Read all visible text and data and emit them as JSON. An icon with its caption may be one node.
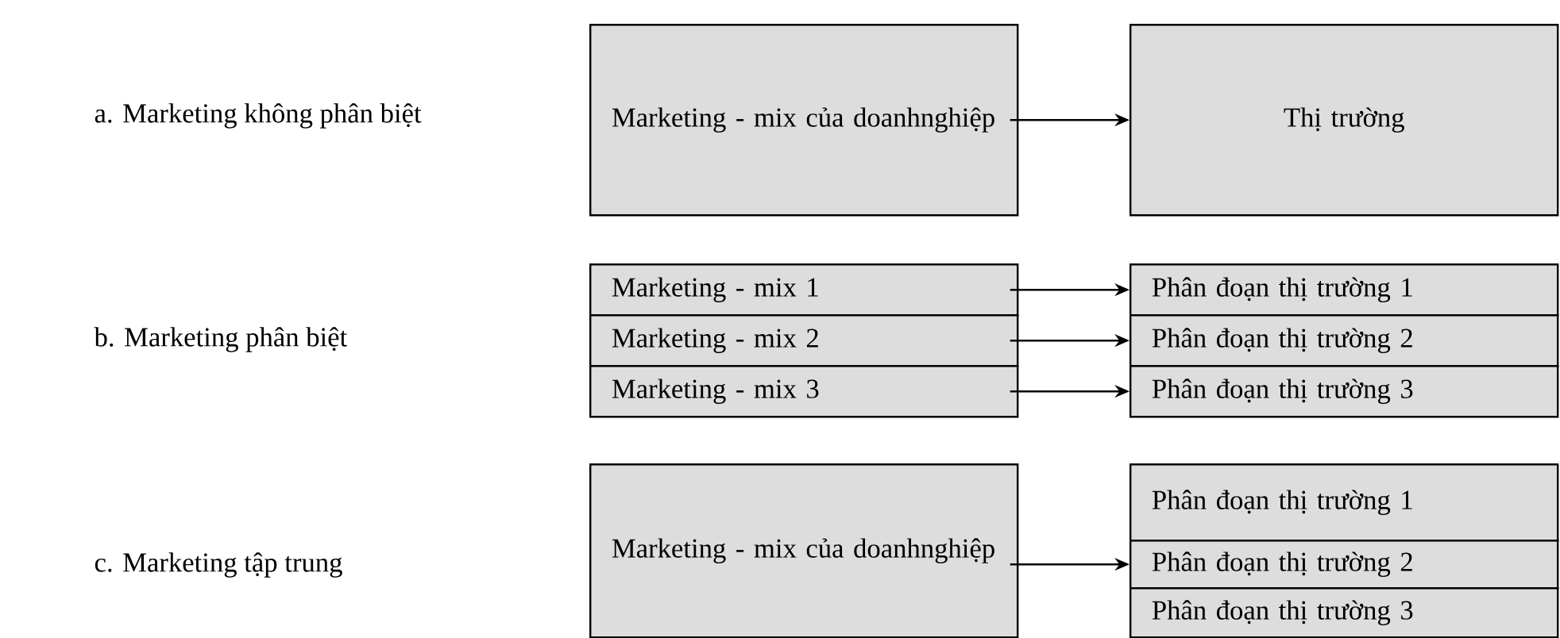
{
  "diagram": {
    "nodes": [
      {
        "text": [
          "Marketing - mix của doanhnghiệp"
        ]
      },
      {
        "text": [
          "Thị trường"
        ]
      },
      {
        "text": [
          "Marketing - mix 1"
        ]
      },
      {
        "text": [
          "Marketing - mix 2"
        ]
      },
      {
        "text": [
          "Marketing - mix 3"
        ]
      },
      {
        "text": [
          "Phân đoạn thị trường 1"
        ]
      },
      {
        "text": [
          "Phân đoạn thị trường 2"
        ]
      },
      {
        "text": [
          "Phân đoạn thị trường 3"
        ]
      },
      {
        "text": [
          "Marketing - mix của doanhnghiệp"
        ]
      },
      {
        "text": [
          "Phân đoạn thị trường 1"
        ]
      },
      {
        "text": [
          "Phân đoạn thị trường 2"
        ]
      },
      {
        "text": [
          "Phân đoạn thị trường 3"
        ]
      }
    ],
    "edges": [
      {
        "from": 0,
        "to": 1,
        "arrow": "to"
      },
      {
        "from": 2,
        "to": 5,
        "arrow": "to"
      },
      {
        "from": 3,
        "to": 6,
        "arrow": "to"
      },
      {
        "from": 4,
        "to": 7,
        "arrow": "to"
      },
      {
        "from": 8,
        "to": 10,
        "arrow": "to"
      }
    ],
    "labels": [
      "a. Marketing không phân biệt",
      "b. Marketing phân biệt",
      "c. Marketing tập trung"
    ]
  }
}
